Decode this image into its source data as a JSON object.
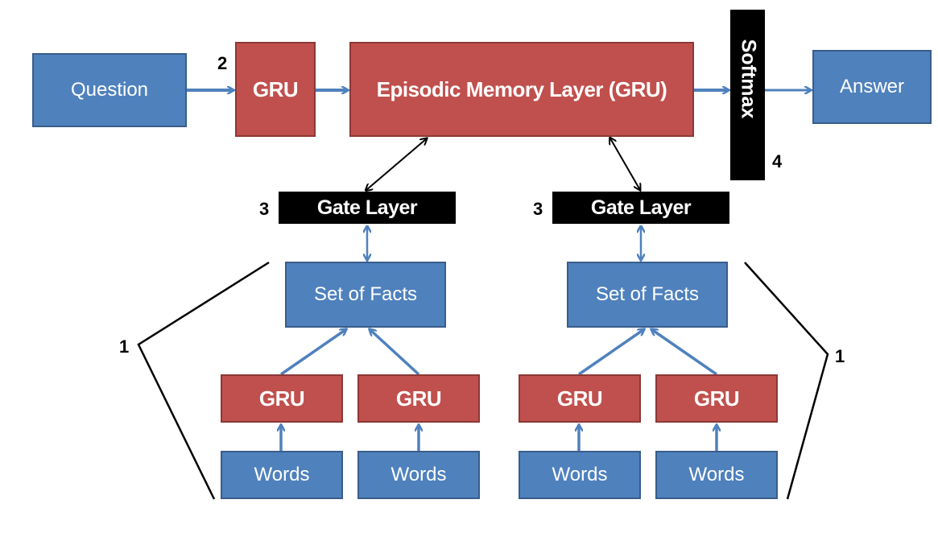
{
  "nodes": {
    "question": "Question",
    "question_gru": "GRU",
    "episodic_memory": "Episodic Memory Layer (GRU)",
    "softmax": "Softmax",
    "answer": "Answer",
    "gate_left": "Gate Layer",
    "gate_right": "Gate Layer",
    "facts_left": "Set of Facts",
    "facts_right": "Set of Facts",
    "gru_1": "GRU",
    "gru_2": "GRU",
    "gru_3": "GRU",
    "gru_4": "GRU",
    "words_1": "Words",
    "words_2": "Words",
    "words_3": "Words",
    "words_4": "Words"
  },
  "step_labels": {
    "question_module": "2",
    "gate_left": "3",
    "gate_right": "3",
    "softmax": "4",
    "input_left": "1",
    "input_right": "1"
  },
  "colors": {
    "blue_box": "#4f81bd",
    "red_box": "#c0504d",
    "black_box": "#000000",
    "blue_arrow": "#4f81bd",
    "black_arrow": "#000000"
  }
}
